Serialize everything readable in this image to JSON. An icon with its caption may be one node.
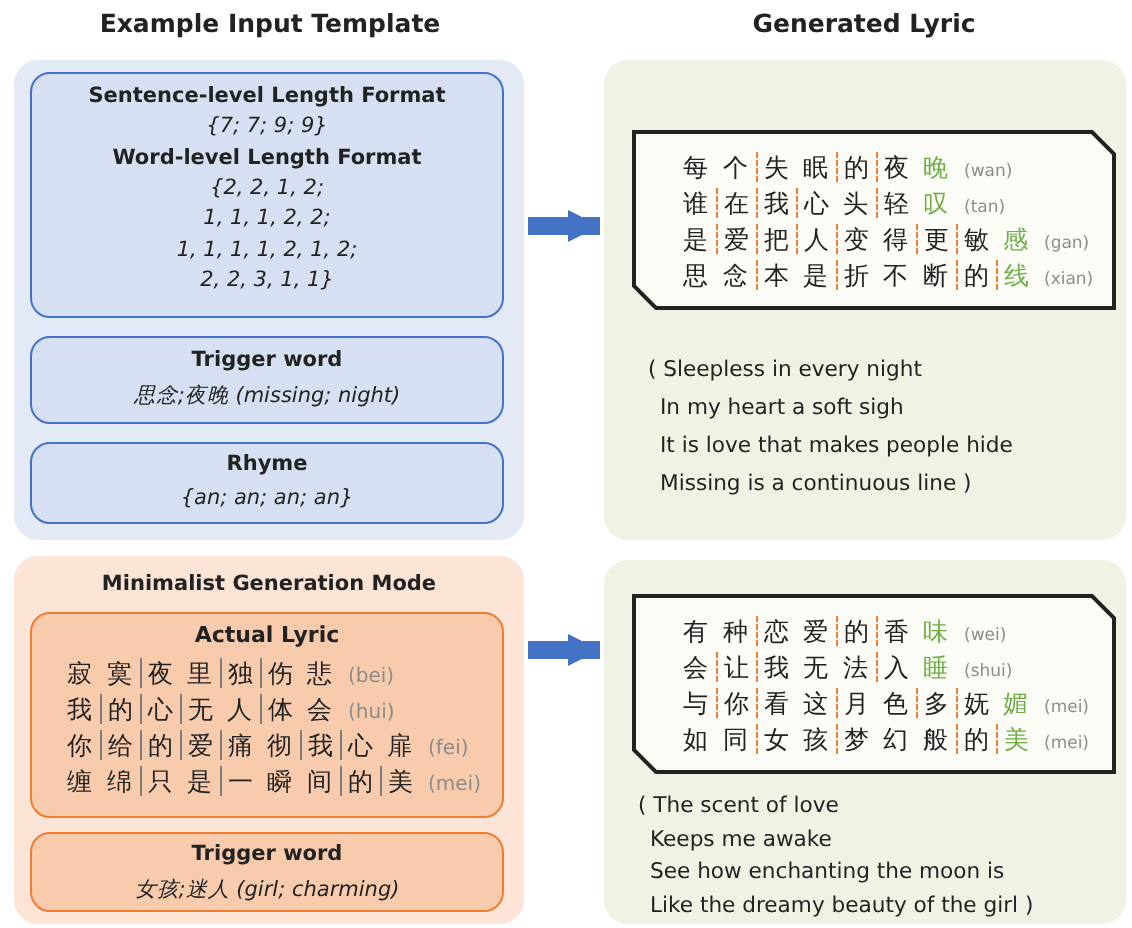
{
  "diagram": {
    "nodes": [
      {
        "text": [],
        "shape": "box"
      },
      {
        "text": [
          "Sentence-level Length Format",
          "{7; 7; 9; 9}",
          "Word-level Length Format",
          "{2, 2, 1, 2;",
          "1, 1, 1, 2, 2;",
          "1, 1, 1, 1, 2, 1, 2;",
          "2, 2, 3, 1, 1}"
        ],
        "in": 0
      },
      {
        "text": [
          "Trigger word",
          "思念;夜晚  (missing; night)"
        ],
        "in": 0
      },
      {
        "text": [
          "Rhyme",
          "{an; an; an; an}"
        ],
        "in": 0
      },
      {
        "text": [
          "Minimalist Generation Mode"
        ]
      },
      {
        "text": [
          "Actual Lyric",
          "寂寞 夜里 独 伤悲",
          "(bei)",
          "我 的 心 无人 体会",
          "(hui)",
          "你 给 的 爱 痛彻 我 心扉",
          "(fei)",
          "缠绵 只是 一瞬间 的 美",
          "(mei)"
        ],
        "in": 4
      },
      {
        "text": [
          "Trigger word",
          "女孩;迷人  (girl; charming)"
        ],
        "in": 4
      },
      {
        "text": [
          "( Sleepless in every night",
          "In my heart a soft sigh",
          "It is love that makes people hide",
          "Missing is a continuous line )"
        ]
      },
      {
        "text": [
          "每个 失眠 的 夜晚",
          "(wan)",
          "谁 在 我 心头 轻叹",
          "(tan)",
          "是 爱 把 人 变得 更 敏感",
          "(gan)",
          "思念 本是 折不断 的 线",
          "(xian)"
        ],
        "in": 7
      },
      {
        "text": [
          "( The scent of love",
          "Keeps me awake",
          "See how enchanting the moon is",
          "Like the dreamy beauty of the girl )"
        ]
      },
      {
        "text": [
          "有种 恋爱 的 香味",
          "(wei)",
          "会 让 我无法 入睡",
          "(shui)",
          "与 你 看这 月色 多 妩媚",
          "(mei)",
          "如同 女孩 梦幻般 的 美",
          "(mei)"
        ],
        "in": 9
      }
    ],
    "edges": [
      {
        "from": 0,
        "to": 7,
        "arrow": "to"
      },
      {
        "from": 4,
        "to": 9,
        "arrow": "to"
      }
    ],
    "labels": [
      "Example Input Template",
      "Generated Lyric"
    ]
  }
}
